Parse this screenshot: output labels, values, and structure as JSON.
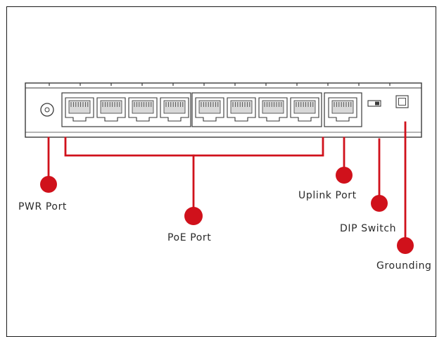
{
  "callouts": {
    "pwr": "PWR Port",
    "poe": "PoE Port",
    "uplink": "Uplink Port",
    "dip": "DIP Switch",
    "grounding": "Grounding"
  },
  "colors": {
    "callout": "#d0111b",
    "outline": "#3a3a3a",
    "port_fill": "#d8d8d8",
    "label": "#2a2a2a"
  },
  "device": {
    "poe_port_count": 8,
    "uplink_port_count": 1
  },
  "icons": {
    "power": "power-jack-icon",
    "dip": "dip-switch-icon",
    "ground": "grounding-terminal-icon"
  }
}
